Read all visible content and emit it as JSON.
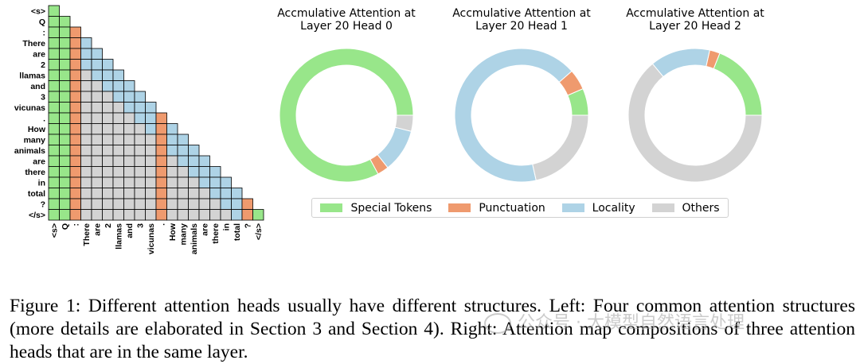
{
  "colors": {
    "special": "#98e68a",
    "punctuation": "#ef9a6e",
    "locality": "#aed3e6",
    "others": "#d3d3d3",
    "grid_line": "#000000"
  },
  "tokens": [
    "<s>",
    "Q",
    ":",
    "There",
    "are",
    "2",
    "llamas",
    "and",
    "3",
    "vicunas",
    ".",
    "How",
    "many",
    "animals",
    "are",
    "there",
    "in",
    "total",
    "?",
    "</s>"
  ],
  "cell_categories": [
    "S",
    "SS",
    "SSP",
    "SSPL",
    "SSPLL",
    "SSPLLL",
    "SSPOLLL",
    "SSPOOLLL",
    "SSPOOOLLL",
    "SSPOOOOLLL",
    "SSPOOOOOLLP",
    "SSPOOOOOOLPL",
    "SSPOOOOOOOPLL",
    "SSPOOOOOOOPLLL",
    "SSPOOOOOOOPOLLL",
    "SSPOOOOOOOPOOLLL",
    "SSPOOOOOOOPOOOLLL",
    "SSPOOOOOOOPOOOOLLL",
    "SSPOOOOOOOPOOOOOLLP",
    "SSPOOOOOOOPOOOOOOLPS"
  ],
  "chart_data": [
    {
      "type": "pie",
      "title": "Accmulative Attention at\nLayer 20 Head 0",
      "labels": [
        "Special Tokens",
        "Punctuation",
        "Locality",
        "Others"
      ],
      "values": [
        0.75,
        0.025,
        0.095,
        0.035
      ]
    },
    {
      "type": "pie",
      "title": "Accmulative Attention at\nLayer 20 Head 1",
      "labels": [
        "Special Tokens",
        "Punctuation",
        "Locality",
        "Others"
      ],
      "values": [
        0.065,
        0.05,
        0.67,
        0.215
      ]
    },
    {
      "type": "pie",
      "title": "Accmulative Attention at\nLayer 20 Head 2",
      "labels": [
        "Special Tokens",
        "Punctuation",
        "Locality",
        "Others"
      ],
      "values": [
        0.19,
        0.025,
        0.145,
        0.64
      ]
    }
  ],
  "legend": [
    {
      "label": "Special Tokens",
      "color_key": "special"
    },
    {
      "label": "Punctuation",
      "color_key": "punctuation"
    },
    {
      "label": "Locality",
      "color_key": "locality"
    },
    {
      "label": "Others",
      "color_key": "others"
    }
  ],
  "caption": "Figure 1: Different attention heads usually have different structures. Left: Four common attention structures (more details are elaborated in Section 3 and Section 4). Right: Attention map compositions of three attention heads that are in the same layer.",
  "watermark": "公众号 · 大模型自然语言处理"
}
